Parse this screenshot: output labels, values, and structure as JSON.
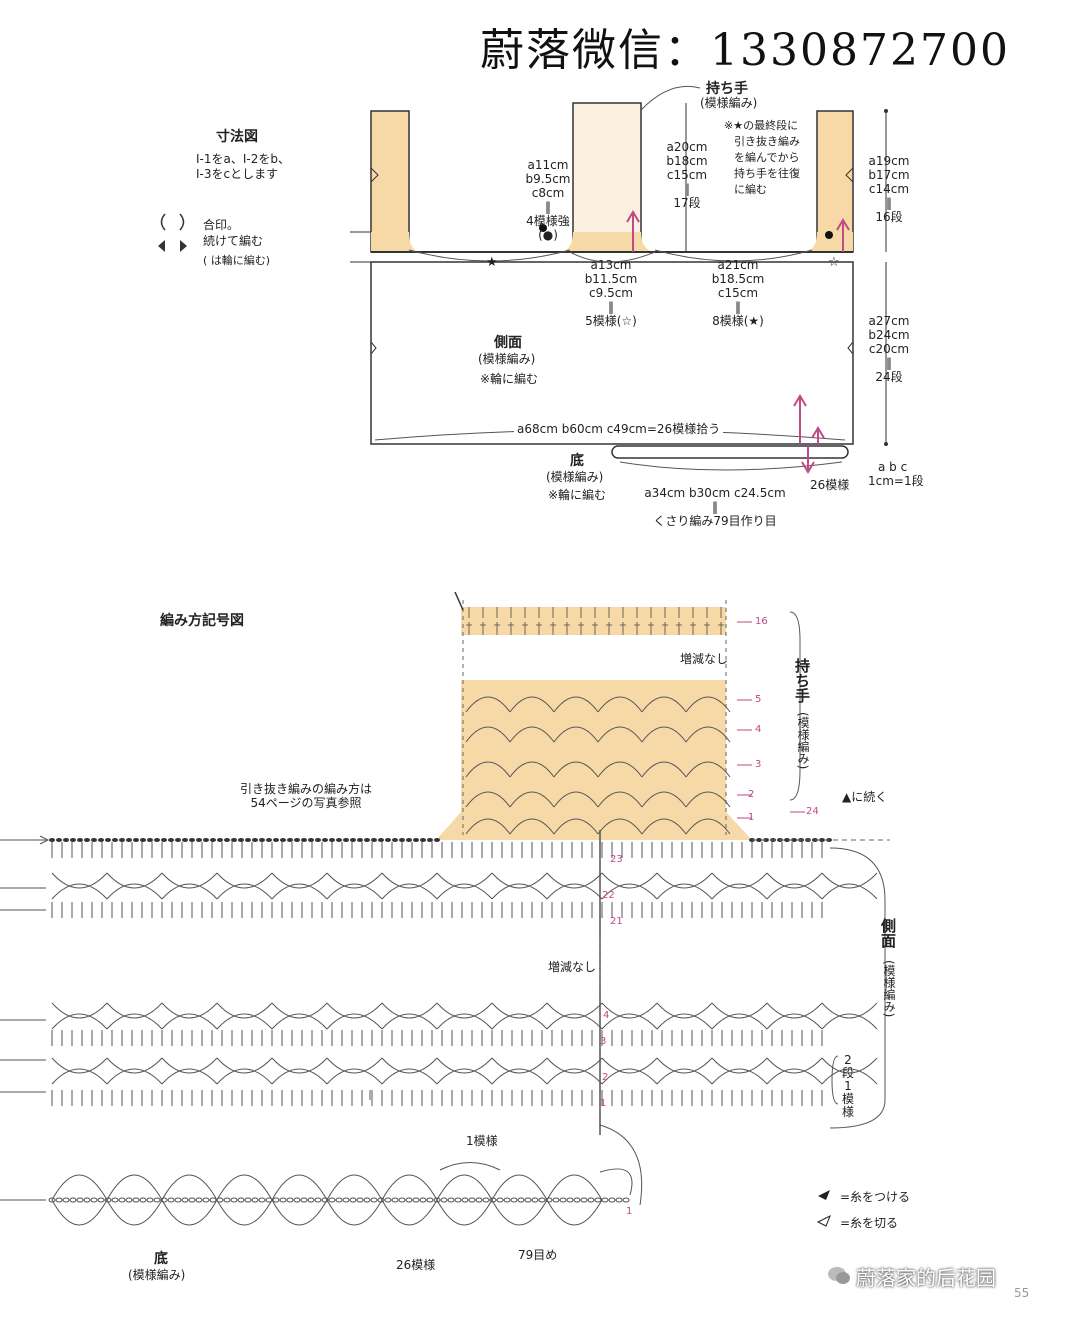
{
  "watermark": "蔚落微信：1330872700",
  "dimension": {
    "title": "寸法図",
    "legend_lines": [
      "I-1をa、I-2をb、",
      "I-3をcとします"
    ],
    "joint_label": "合印。",
    "joint_label2": "続けて編む",
    "joint_label3": "( は輪に編む)",
    "handle_title": "持ち手",
    "handle_sub": "(模様編み)",
    "handle_note": [
      "※★の最終段に",
      "引き抜き編み",
      "を編んでから",
      "持ち手を往復",
      "に編む"
    ],
    "left_handle_w": [
      "a11cm",
      "b9.5cm",
      "c8cm",
      "‖",
      "4模様強",
      "(●)"
    ],
    "handle_h": [
      "a20cm",
      "b18cm",
      "c15cm",
      "‖",
      "17段"
    ],
    "right_h": [
      "a19cm",
      "b17cm",
      "c14cm",
      "‖",
      "16段"
    ],
    "handle_base": [
      "a13cm",
      "b11.5cm",
      "c9.5cm",
      "‖",
      "5模様(☆)"
    ],
    "gap": [
      "a21cm",
      "b18.5cm",
      "c15cm",
      "‖",
      "8模様(★)"
    ],
    "side_title": "側面",
    "side_sub": "(模様編み)",
    "side_note": "※輪に編む",
    "side_h": [
      "a27cm",
      "b24cm",
      "c20cm",
      "‖",
      "24段"
    ],
    "pickup": "a68cm b60cm c49cm=26模様拾う",
    "bottom_title": "底",
    "bottom_sub": "(模様編み)",
    "bottom_note": "※輪に編む",
    "bottom_w": [
      "a34cm b30cm c24.5cm",
      "‖",
      "くさり編み79目作り目"
    ],
    "bottom_reps": "26模様",
    "abc": "a b c",
    "scale": "1cm=1段"
  },
  "chart": {
    "title": "編み方記号図",
    "no_inc_handle": "増減なし",
    "handle_label": "持ち手",
    "handle_label_sub": "(模様編み)",
    "handle_rows": [
      "16",
      "5",
      "4",
      "3",
      "2",
      "1"
    ],
    "slip_note": [
      "引き抜き編みの編み方は",
      "54ページの写真参照"
    ],
    "continue_label": "▲に続く",
    "row24": "24",
    "side_rows_top": [
      "23",
      "22",
      "21"
    ],
    "no_inc_side": "増減なし",
    "side_rows_bottom": [
      "4",
      "3",
      "2",
      "1"
    ],
    "side_label": "側面",
    "side_label_sub": "(模様編み)",
    "repeat_label": [
      "2",
      "段",
      "1",
      "模",
      "様"
    ],
    "one_rep": "1模様",
    "bottom_label": "底",
    "bottom_label_sub": "(模様編み)",
    "bottom_reps": "26模様",
    "bottom_chain": "79目め",
    "bottom_row": "1",
    "attach": "=糸をつける",
    "cut": "=糸を切る"
  },
  "colors": {
    "fill": "#f7d9a8",
    "accent": "#c04a86",
    "line": "#333333"
  },
  "footer": {
    "account": "蔚落家的后花园",
    "page": "55"
  }
}
